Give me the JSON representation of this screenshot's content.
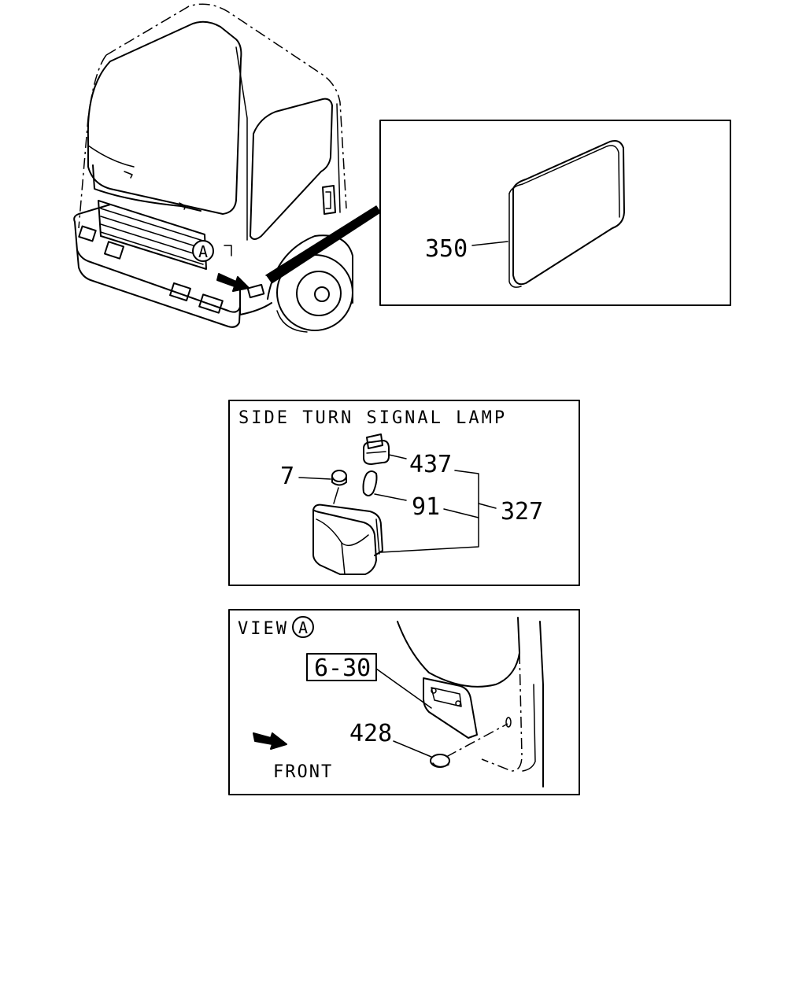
{
  "overview": {
    "view_marker": "A",
    "detail_part": "350"
  },
  "side_turn_signal": {
    "title": "SIDE TURN SIGNAL LAMP",
    "parts": {
      "socket": "437",
      "bulb": "91",
      "assembly": "327",
      "grommet": "7"
    }
  },
  "view_a": {
    "title": "VIEW",
    "marker": "A",
    "reference": "6-30",
    "plug": "428",
    "direction_label": "FRONT"
  }
}
